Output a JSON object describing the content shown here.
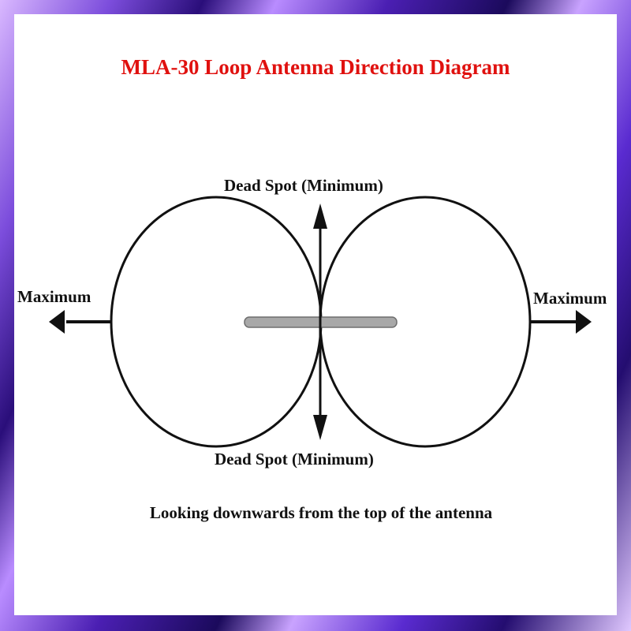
{
  "title": "MLA-30 Loop Antenna Direction Diagram",
  "labels": {
    "top": "Dead Spot (Minimum)",
    "bottom": "Dead Spot (Minimum)",
    "left": "Maximum",
    "right": "Maximum"
  },
  "caption": "Looking downwards from the top of the antenna",
  "colors": {
    "title": "#e0110f",
    "lines": "#111111",
    "antenna": "#a8a8a8",
    "frame_background": "#ffffff"
  }
}
